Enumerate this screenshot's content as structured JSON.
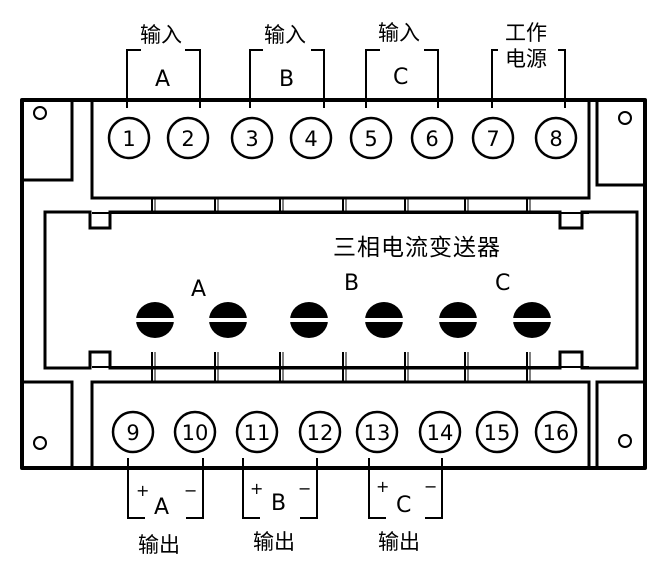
{
  "top_groups": [
    {
      "title": "输入",
      "letter": "A"
    },
    {
      "title": "输入",
      "letter": "B"
    },
    {
      "title": "输入",
      "letter": "C"
    }
  ],
  "power": {
    "line1": "工作",
    "line2": "电源"
  },
  "device_title": "三相电流变送器",
  "adjust_labels": [
    "A",
    "B",
    "C"
  ],
  "top_terminals": [
    "1",
    "2",
    "3",
    "4",
    "5",
    "6",
    "7",
    "8"
  ],
  "bottom_terminals": [
    "9",
    "10",
    "11",
    "12",
    "13",
    "14",
    "15",
    "16"
  ],
  "output_groups": [
    {
      "letter": "A",
      "plus": "+",
      "minus": "−",
      "title": "输出"
    },
    {
      "letter": "B",
      "plus": "+",
      "minus": "−",
      "title": "输出"
    },
    {
      "letter": "C",
      "plus": "+",
      "minus": "−",
      "title": "输出"
    }
  ]
}
